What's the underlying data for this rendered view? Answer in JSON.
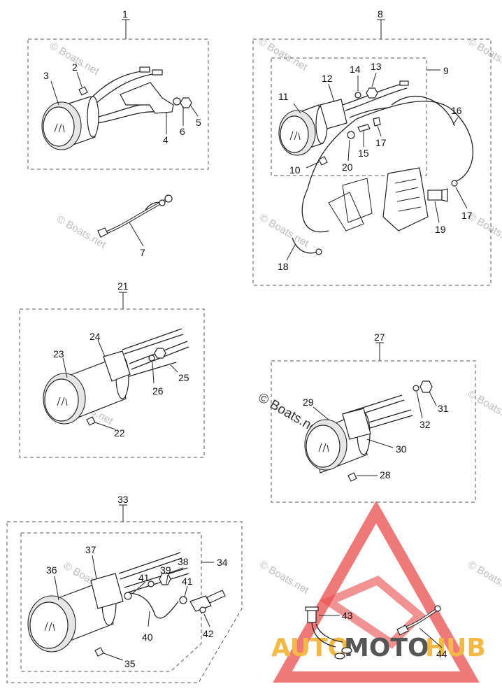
{
  "labels": {
    "l1": "1",
    "l2": "2",
    "l3": "3",
    "l4": "4",
    "l5": "5",
    "l6": "6",
    "l7": "7",
    "l8": "8",
    "l9": "9",
    "l10": "10",
    "l11": "11",
    "l12": "12",
    "l13": "13",
    "l14": "14",
    "l15": "15",
    "l16": "16",
    "l17a": "17",
    "l17b": "17",
    "l18": "18",
    "l19": "19",
    "l20": "20",
    "l21": "21",
    "l22": "22",
    "l23": "23",
    "l24": "24",
    "l25": "25",
    "l26": "26",
    "l27": "27",
    "l28": "28",
    "l29": "29",
    "l30": "30",
    "l31": "31",
    "l32": "32",
    "l33": "33",
    "l34": "34",
    "l35": "35",
    "l36": "36",
    "l37": "37",
    "l38": "38",
    "l39": "39",
    "l40": "40",
    "l41a": "41",
    "l41b": "41",
    "l42": "42",
    "l43": "43",
    "l44": "44"
  },
  "watermark": {
    "text": "© Boats.net",
    "featured": "© Boats.net"
  },
  "brand": {
    "part1": "AUTO",
    "part2": "MOTO",
    "part3": "HUB",
    "triangle_color": "#e94b4b",
    "accent_color": "#f4b942"
  }
}
